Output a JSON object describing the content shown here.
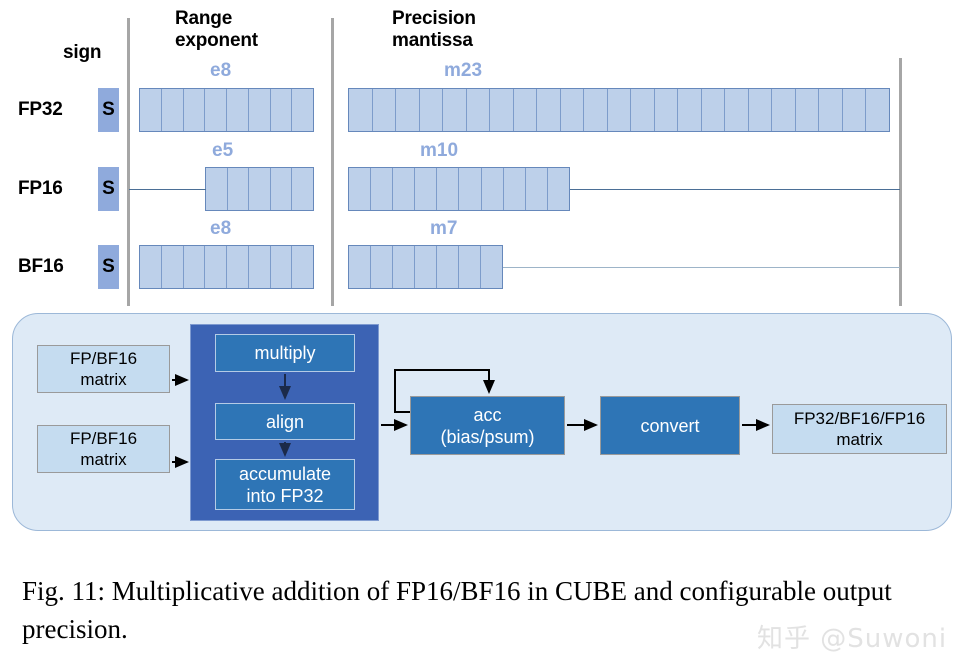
{
  "figure": {
    "caption": "Fig. 11: Multiplicative addition of FP16/BF16 in CUBE and configurable output precision.",
    "watermark": "知乎 @Suwoni"
  },
  "formats": {
    "headers": {
      "sign": "sign",
      "range": "Range\nexponent",
      "precision": "Precision\nmantissa"
    },
    "rows": [
      {
        "name": "FP32",
        "sign_label": "S",
        "exponent_label": "e8",
        "exponent_bits": 8,
        "mantissa_label": "m23",
        "mantissa_bits": 23
      },
      {
        "name": "FP16",
        "sign_label": "S",
        "exponent_label": "e5",
        "exponent_bits": 5,
        "mantissa_label": "m10",
        "mantissa_bits": 10
      },
      {
        "name": "BF16",
        "sign_label": "S",
        "exponent_label": "e8",
        "exponent_bits": 8,
        "mantissa_label": "m7",
        "mantissa_bits": 7
      }
    ],
    "colors": {
      "bit_fill": "#bdd0ea",
      "sign_fill": "#8faadc",
      "field_label": "#8faadc",
      "divider": "#a6a6a6"
    }
  },
  "pipeline": {
    "input_a": "FP/BF16\nmatrix",
    "input_b": "FP/BF16\nmatrix",
    "mac_stages": [
      "multiply",
      "align",
      "accumulate\ninto FP32"
    ],
    "acc": "acc\n(bias/psum)",
    "convert": "convert",
    "output": "FP32/BF16/FP16\nmatrix",
    "colors": {
      "container": "#deeaf6",
      "mac_group": "#3c63b4",
      "stage": "#2e75b6",
      "io_box": "#c5dcf0"
    }
  }
}
